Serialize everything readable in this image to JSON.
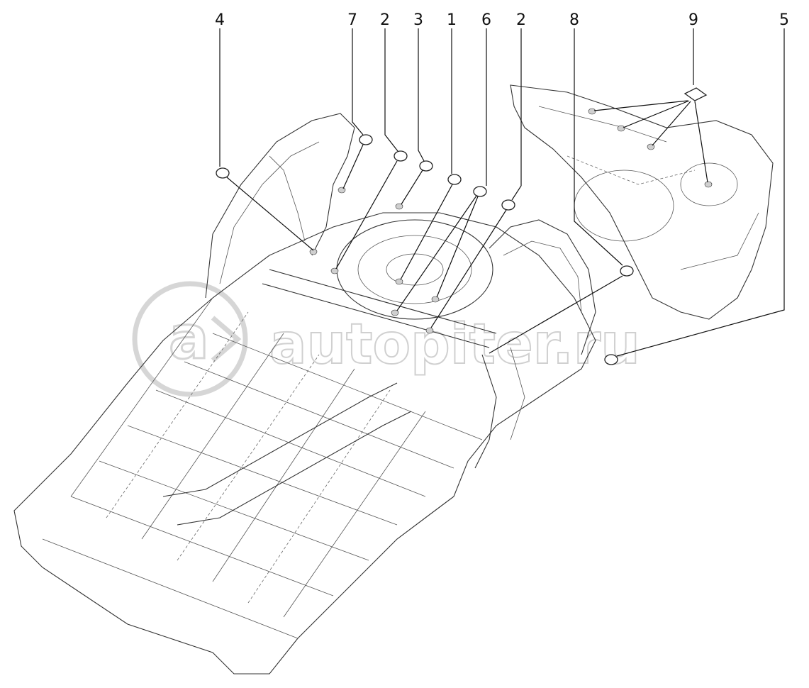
{
  "callouts": {
    "c1": "1",
    "c2a": "2",
    "c2b": "2",
    "c3": "3",
    "c4": "4",
    "c5": "5",
    "c6": "6",
    "c7": "7",
    "c8": "8",
    "c9": "9"
  },
  "watermark": {
    "text": "autopiter.ru"
  },
  "colors": {
    "line": "#333333",
    "watermark": "#bdbdbd",
    "background": "#ffffff"
  }
}
